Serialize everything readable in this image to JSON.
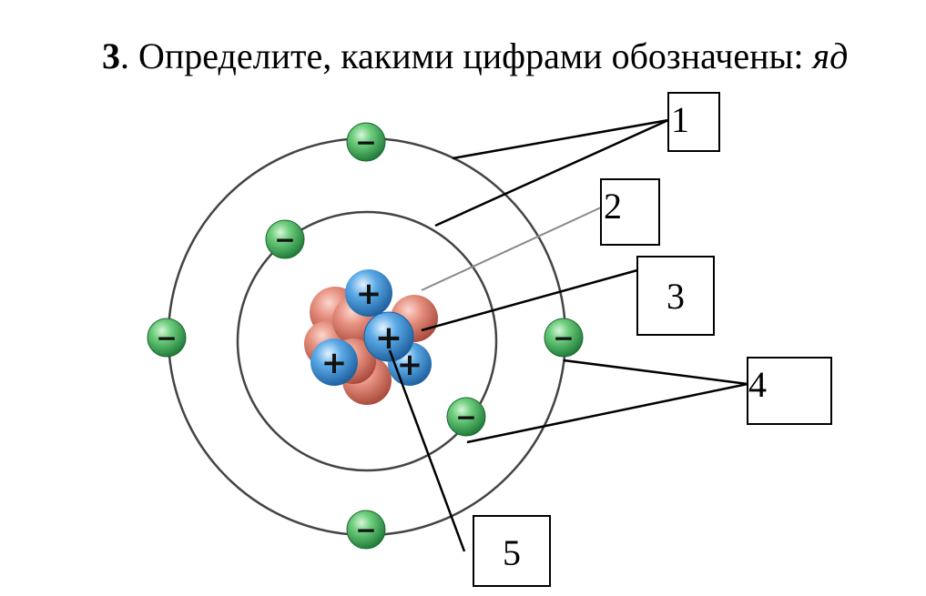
{
  "question": {
    "number": "3",
    "text": ". Определите, какими цифрами обозначены: ",
    "italic_tail": "яд"
  },
  "labels": [
    "1",
    "2",
    "3",
    "4",
    "5"
  ],
  "signs": {
    "electron": "−",
    "proton": "+"
  },
  "colors": {
    "electron": "#2e9a4c",
    "proton": "#2f7fc4",
    "neutron": "#d9786a",
    "orbit": "#444444",
    "leader": "#000000",
    "leader_faint": "#8a8a8a"
  }
}
